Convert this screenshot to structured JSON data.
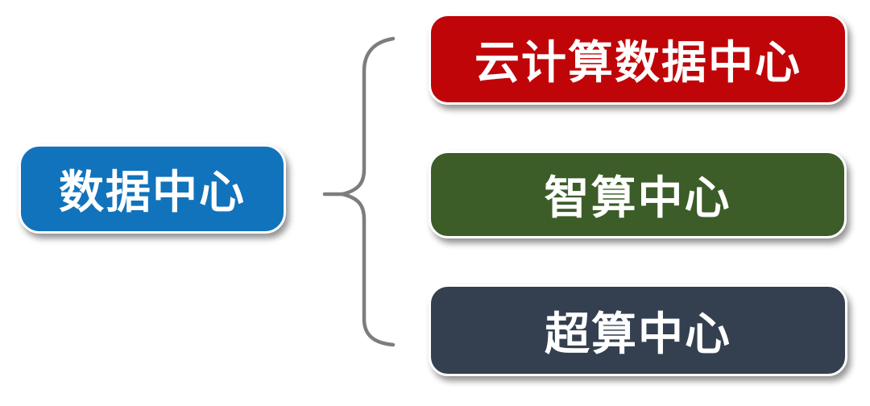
{
  "figure": {
    "type": "hierarchy-diagram",
    "background": "#ffffff",
    "text_color": "#ffffff",
    "root_node": {
      "label": "数据中心",
      "fill": "#1173bb"
    },
    "connector": {
      "shape": "curly-brace",
      "color": "#7d7d7d"
    },
    "child_nodes": [
      {
        "label": "云计算数据中心",
        "fill": "#c00508"
      },
      {
        "label": "智算中心",
        "fill": "#3c5c28"
      },
      {
        "label": "超算中心",
        "fill": "#344050"
      }
    ]
  }
}
